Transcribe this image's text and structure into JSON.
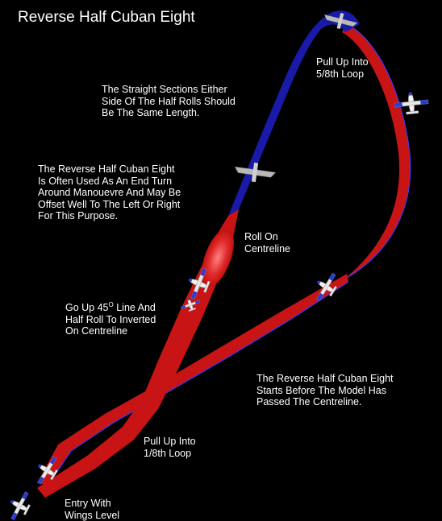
{
  "title": "Reverse Half Cuban Eight",
  "annotations": {
    "pull_up_58": [
      "Pull Up Into",
      "5/8th Loop"
    ],
    "straight_sections": [
      "The Straight Sections Either",
      "Side Of The Half Rolls Should",
      "Be The Same Length."
    ],
    "end_turn": [
      "The Reverse Half Cuban Eight",
      "Is Often Used As An End Turn",
      "Around Manouevre And May Be",
      "Offset Well To The Left Or Right",
      "For This Purpose."
    ],
    "roll_on_centreline": [
      "Roll On",
      "Centreline"
    ],
    "go_up_45": {
      "prefix": "Go Up 45",
      "degree": "O",
      "suffix": " Line And",
      "lines": [
        "Half Roll To Inverted",
        "On Centreline"
      ]
    },
    "starts_before": [
      "The Reverse Half Cuban Eight",
      "Starts Before The Model Has",
      "Passed The Centreline."
    ],
    "pull_up_18": [
      "Pull Up Into",
      "1/8th Loop"
    ],
    "entry": [
      "Entry With",
      "Wings Level"
    ]
  },
  "colors": {
    "background": "#000000",
    "ribbon_upright": "#cc1111",
    "ribbon_inverted": "#1a1aa8",
    "roll_highlight": "#ff5a5a",
    "text": "#ffffff"
  },
  "icons": [
    "aircraft-icon"
  ]
}
